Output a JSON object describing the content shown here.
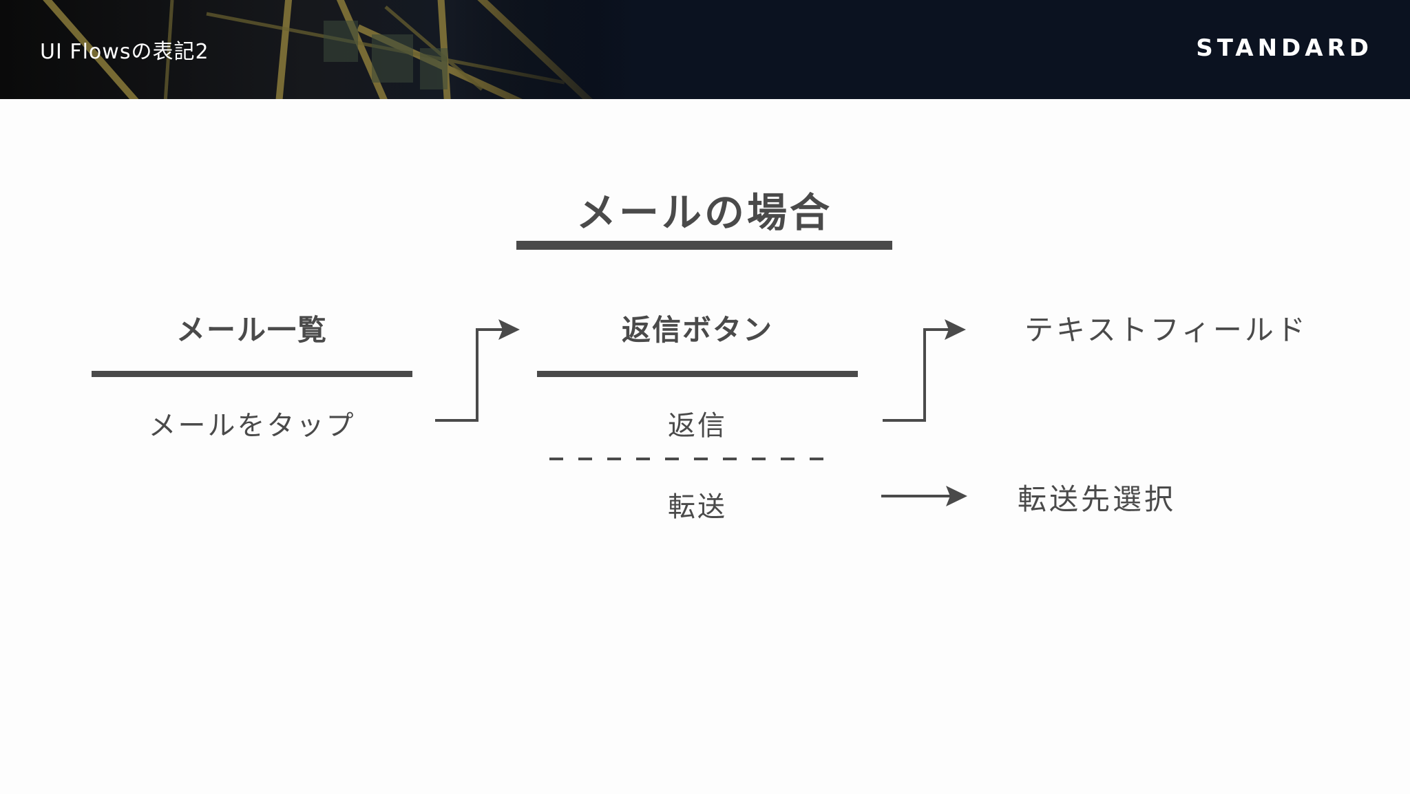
{
  "header": {
    "title": "UI Flowsの表記2",
    "brand": "STANDARD"
  },
  "diagram": {
    "title": "メールの場合",
    "columns": [
      {
        "title": "メール一覧",
        "items": [
          "メールをタップ"
        ]
      },
      {
        "title": "返信ボタン",
        "items": [
          "返信",
          "転送"
        ]
      }
    ],
    "destinations": {
      "reply": "テキストフィールド",
      "forward": "転送先選択"
    }
  },
  "colors": {
    "text": "#4a4a4a",
    "header_bg": "#0b1220",
    "header_text": "#ffffff"
  }
}
